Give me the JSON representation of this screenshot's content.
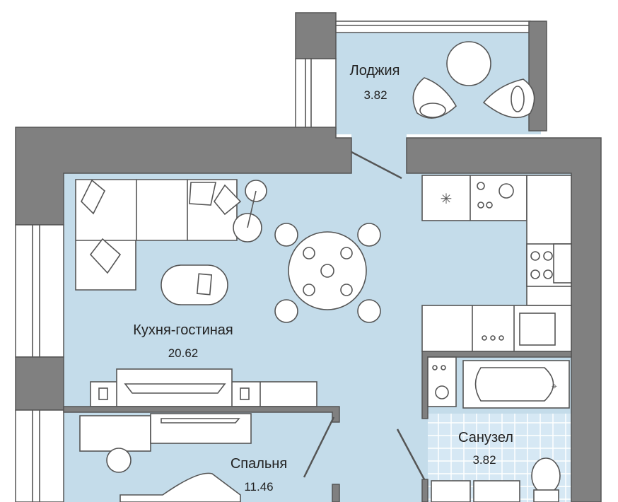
{
  "rooms": {
    "loggia": {
      "name": "Лоджия",
      "area": "3.82"
    },
    "kitchen_living": {
      "name": "Кухня-гостиная",
      "area": "20.62"
    },
    "bedroom": {
      "name": "Спальня",
      "area": "11.46"
    },
    "bathroom": {
      "name": "Санузел",
      "area": "3.82"
    }
  },
  "colors": {
    "floor": "#c4dcea",
    "wall": "#808080",
    "tile": "#d6e8f4"
  }
}
